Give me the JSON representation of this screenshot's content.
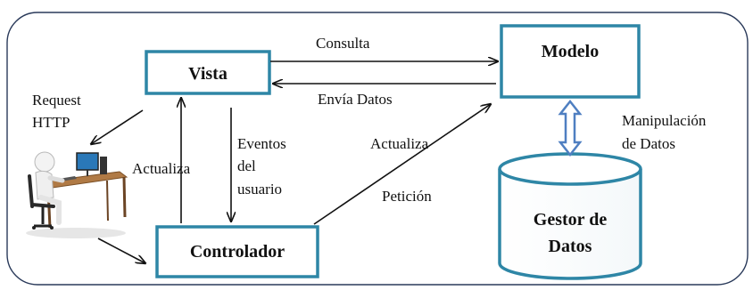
{
  "diagram": {
    "nodes": {
      "vista": "Vista",
      "modelo": "Modelo",
      "controlador": "Controlador",
      "gestor_line1": "Gestor de",
      "gestor_line2": "Datos"
    },
    "edges": {
      "consulta": "Consulta",
      "envia_datos": "Envía Datos",
      "request_line1": "Request",
      "request_line2": "HTTP",
      "eventos_line1": "Eventos",
      "eventos_line2": "del",
      "eventos_line3": "usuario",
      "actualiza_left": "Actualiza",
      "actualiza_right": "Actualiza",
      "peticion": "Petición",
      "manipulacion_line1": "Manipulación",
      "manipulacion_line2": "de Datos"
    }
  },
  "colors": {
    "box_border": "#2e86a6",
    "frame": "#2a3a5a",
    "arrow": "#111111",
    "double_arrow": "#4f7fc1"
  }
}
